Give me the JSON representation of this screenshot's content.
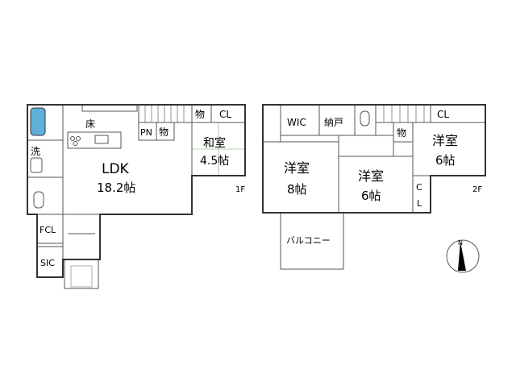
{
  "colors": {
    "ldk": "#f2c9cc",
    "washitsu": "#8fd283",
    "youshitsu": "#f7c18c",
    "storage": "#fbe777",
    "wet": "#cfe2f5",
    "balcony": "#ffffff"
  },
  "floor1": {
    "label": "1F",
    "rooms": {
      "ldk": {
        "name": "LDK",
        "size": "18.2帖"
      },
      "washitsu": {
        "name": "和室",
        "size": "4.5帖"
      },
      "floor_label": "床",
      "pn": "PN",
      "mono_a": "物",
      "mono_b": "物",
      "cl": "CL",
      "fcl": "FCL",
      "sic": "SIC",
      "wash": "洗"
    }
  },
  "floor2": {
    "label": "2F",
    "rooms": {
      "youshitsu8": {
        "name": "洋室",
        "size": "8帖"
      },
      "youshitsu6a": {
        "name": "洋室",
        "size": "6帖"
      },
      "youshitsu6b": {
        "name": "洋室",
        "size": "6帖"
      },
      "wic": "WIC",
      "nando": "納戸",
      "mono": "物",
      "cl_top": "CL",
      "cl_side": "CL",
      "balcony": "バルコニー"
    }
  },
  "compass": {
    "label": "N",
    "icon": "compass-icon"
  }
}
